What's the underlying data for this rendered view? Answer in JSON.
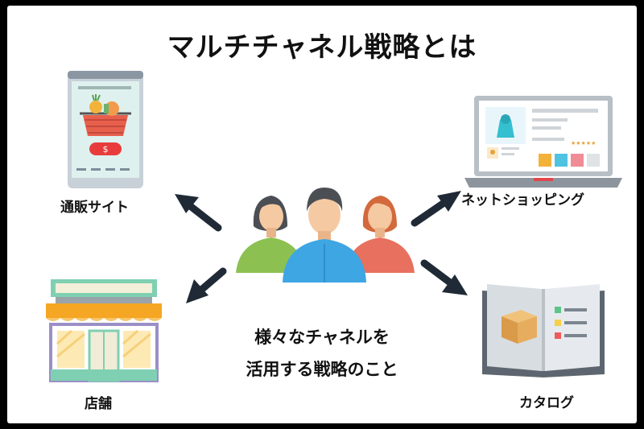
{
  "title": "マルチチャネル戦略とは",
  "channels": {
    "ec": {
      "label": "通販サイト",
      "icon": "smartphone-shop-icon",
      "price_symbol": "$"
    },
    "online": {
      "label": "ネットショッピング",
      "icon": "laptop-store-icon"
    },
    "store": {
      "label": "店舗",
      "icon": "storefront-icon"
    },
    "catalog": {
      "label": "カタログ",
      "icon": "catalog-book-icon"
    }
  },
  "center": {
    "icon": "customer-group-icon",
    "caption_line1": "様々なチャネルを",
    "caption_line2": "活用する戦略のこと"
  },
  "colors": {
    "arrow": "#1f2a36",
    "person_green": "#8cc152",
    "person_blue": "#3ea6e3",
    "person_red": "#e8705f"
  }
}
